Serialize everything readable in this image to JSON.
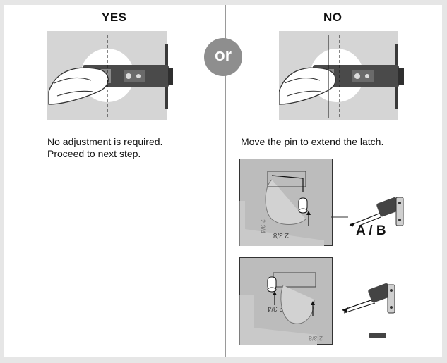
{
  "headings": {
    "yes": "YES",
    "no": "NO"
  },
  "or_badge": "or",
  "yes_text": {
    "line1": "No adjustment is required.",
    "line2": "Proceed to next step."
  },
  "no_text": "Move the pin to extend the latch.",
  "detail_top": {
    "label_left": "2 3/8",
    "label_right": "2 3/4"
  },
  "detail_bottom": {
    "label_left": "2 3/4",
    "label_right": "2 3/8"
  },
  "latch_label": "A / B",
  "colors": {
    "panel": "#d5d5d5",
    "latch": "#4a4a4a",
    "badge": "#8e8e8e",
    "divider": "#9a9a9a"
  }
}
